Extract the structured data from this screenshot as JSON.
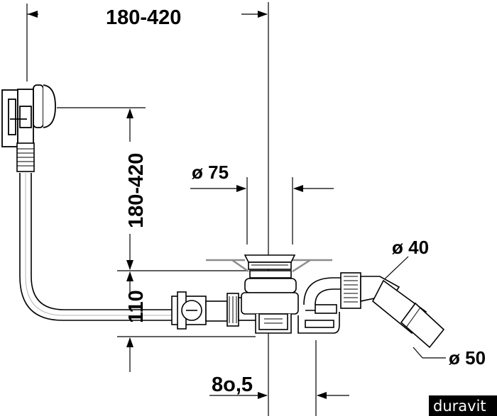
{
  "drawing": {
    "dim_top_horizontal": "180-420",
    "dim_vertical_overflow": "180-420",
    "dim_drain_diameter": "ø 75",
    "dim_height": "110",
    "dim_pipe_40": "ø 40",
    "dim_pipe_50": "ø 50",
    "dim_offset": "8o,5"
  },
  "brand": {
    "name": "duravit"
  },
  "colors": {
    "line": "#000000",
    "gray": "#8c8c8c",
    "light_gray": "#b5b5b5",
    "background": "#ffffff"
  }
}
